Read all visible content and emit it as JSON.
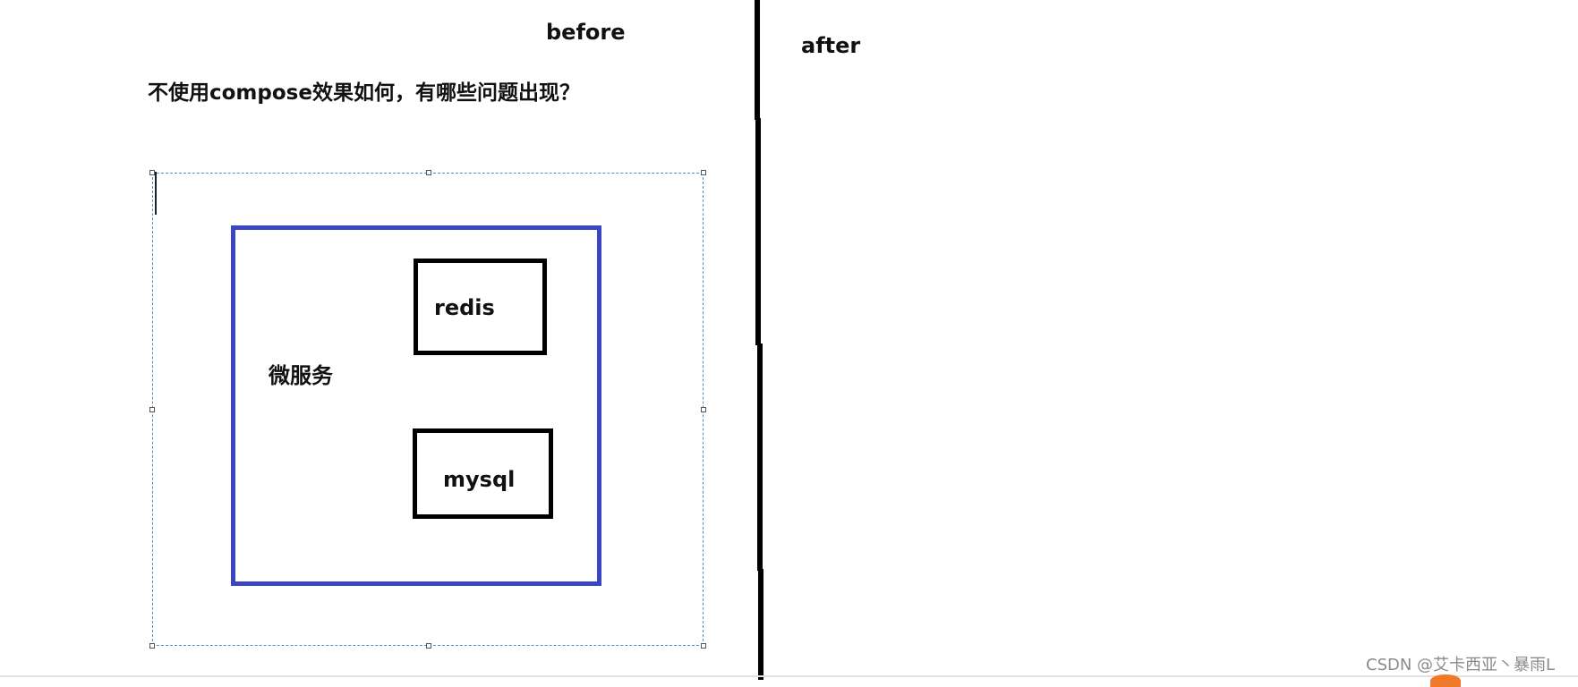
{
  "before_heading": "before",
  "after_heading": "after",
  "question": "不使用compose效果如何，有哪些问题出现？",
  "microservice_label": "微服务",
  "redis_label": "redis",
  "mysql_label": "mysql",
  "watermark": "CSDN @艾卡西亚丶暴雨L",
  "colors": {
    "service_border": "#3a46c4",
    "selection_dash": "#4a8fc9",
    "box_border": "#000000"
  }
}
